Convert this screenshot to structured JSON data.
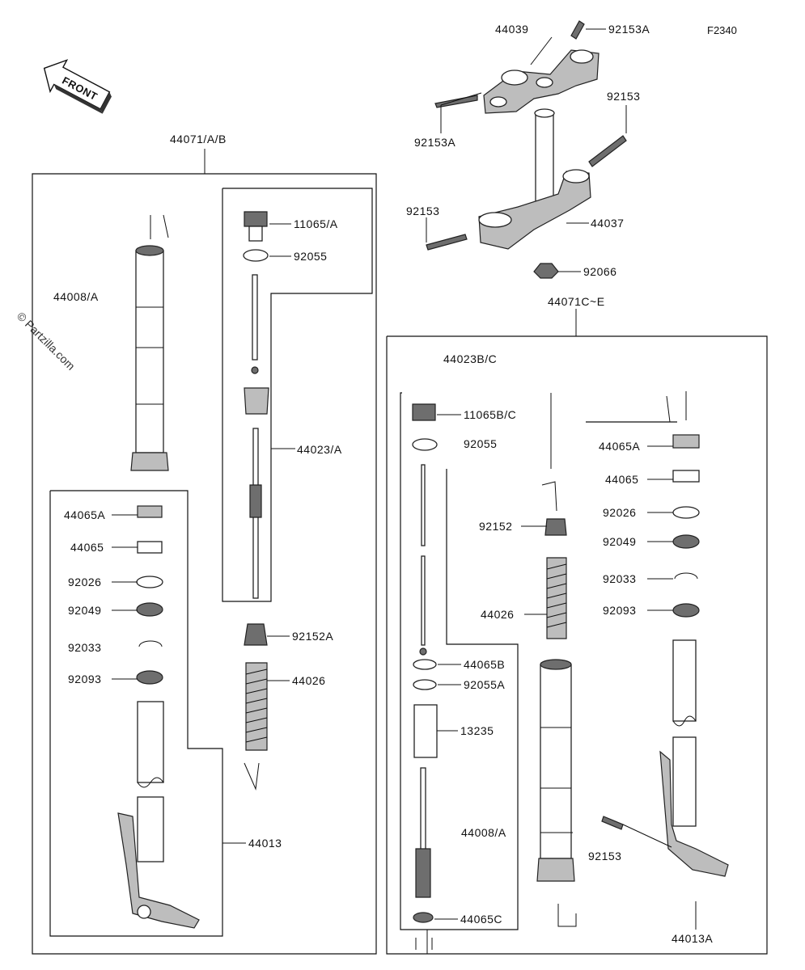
{
  "diagram": {
    "figure_code": "F2340",
    "watermark": "© Partzilla.com",
    "arrow_text": "FRONT",
    "groups": [
      {
        "label": "44071/A/B"
      },
      {
        "label": "44071C~E"
      }
    ],
    "callouts": [
      "44039",
      "92153A",
      "92153A",
      "92153",
      "92153",
      "44037",
      "92066",
      "44008/A",
      "11065/A",
      "92055",
      "44023/A",
      "92152A",
      "44026",
      "44065A",
      "44065",
      "92026",
      "92049",
      "92033",
      "92093",
      "44013",
      "44023B/C",
      "11065B/C",
      "92055",
      "44065B",
      "92055A",
      "13235",
      "44065C",
      "92152",
      "44026",
      "44008/A",
      "44065A",
      "44065",
      "92026",
      "92049",
      "92033",
      "92093",
      "92153",
      "44013A"
    ]
  }
}
